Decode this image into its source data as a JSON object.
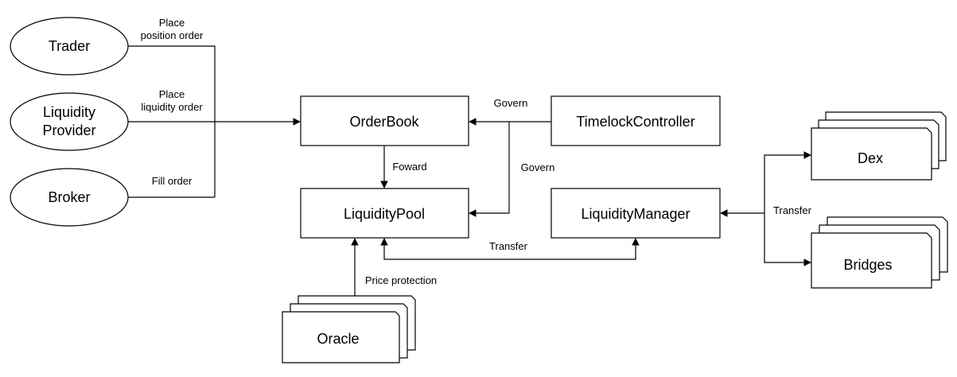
{
  "nodes": {
    "trader": "Trader",
    "liquidity_provider": [
      "Liquidity",
      "Provider"
    ],
    "broker": "Broker",
    "order_book": "OrderBook",
    "liquidity_pool": "LiquidityPool",
    "timelock_controller": "TimelockController",
    "liquidity_manager": "LiquidityManager",
    "oracle": "Oracle",
    "dex": "Dex",
    "bridges": "Bridges"
  },
  "edges": {
    "place_position_order": [
      "Place",
      "position order"
    ],
    "place_liquidity_order": [
      "Place",
      "liquidity order"
    ],
    "fill_order": "Fill order",
    "govern_top": "Govern",
    "govern_side": "Govern",
    "foward": "Foward",
    "transfer_pool": "Transfer",
    "transfer_external": "Transfer",
    "price_protection": "Price protection"
  }
}
